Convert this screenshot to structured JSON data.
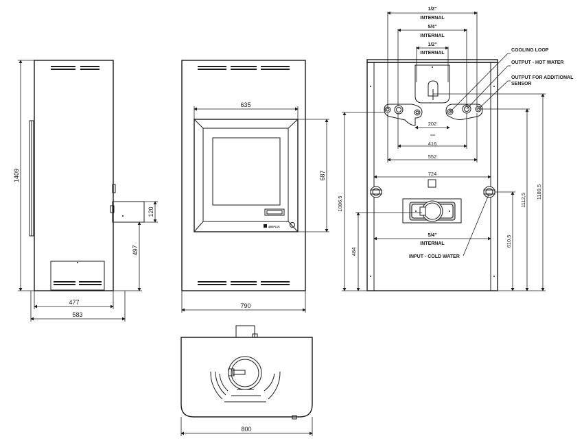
{
  "dimensions": {
    "side_height": "1409",
    "side_depth_inner": "477",
    "side_depth_total": "583",
    "side_outlet_height": "120",
    "side_outlet_elevation": "497",
    "front_width": "790",
    "door_width": "635",
    "door_height": "687",
    "top_width": "800",
    "rear_pipe_1": "1/2\"",
    "rear_pipe_2": "5/4\"",
    "rear_pipe_3": "1/2\"",
    "internal": "INTERNAL",
    "rear_202": "202",
    "rear_416": "416",
    "rear_552": "552",
    "rear_724": "724",
    "rear_bottom_pipe": "5/4\"",
    "rear_1086": "1086,5",
    "rear_484": "484",
    "rear_610": "610,5",
    "rear_1112": "1112,5",
    "rear_1189": "1189,5"
  },
  "labels": {
    "cooling_loop": "COOLING LOOP",
    "output_hot_water": "OUTPUT - HOT WATER",
    "output_sensor_1": "OUTPUT FOR ADDITIONAL",
    "output_sensor_2": "SENSOR",
    "input_cold_water": "INPUT - COLD WATER"
  },
  "brand": "ABSPLUS"
}
